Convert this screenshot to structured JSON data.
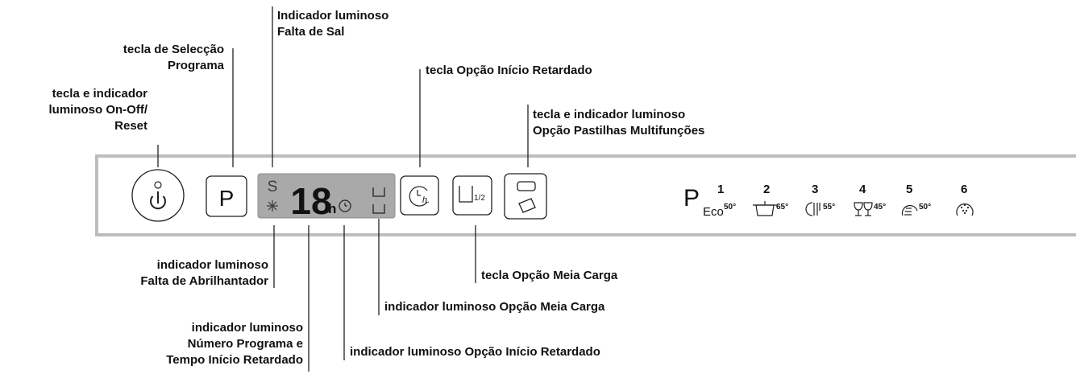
{
  "labels": {
    "on_off": [
      "tecla e indicador",
      "luminoso On-Off/",
      "Reset"
    ],
    "program_select": [
      "tecla de Selecção",
      "Programa"
    ],
    "salt": [
      "Indicador luminoso",
      "Falta de Sal"
    ],
    "delay_key": "tecla Opção Início Retardado",
    "multitab": [
      "tecla e indicador luminoso",
      "Opção Pastilhas Multifunções"
    ],
    "rinse_aid": [
      "indicador luminoso",
      "Falta de Abrilhantador"
    ],
    "half_load_key": "tecla Opção Meia Carga",
    "half_load_indicator": "indicador luminoso Opção Meia Carga",
    "program_number": [
      "indicador luminoso",
      "Número Programa e",
      "Tempo Início Retardado"
    ],
    "delay_indicator": "indicador luminoso Opção Início Retardado"
  },
  "panel": {
    "program_key_glyph": "P",
    "display_digits": "18",
    "display_unit": "h",
    "salt_glyph": "S",
    "delay_glyph": "h.",
    "half_load_suffix": "1/2"
  },
  "programs": {
    "symbol": "P",
    "items": [
      {
        "num": "1",
        "label": "Eco",
        "temp": "50°",
        "icon": "eco-icon"
      },
      {
        "num": "2",
        "label": "",
        "temp": "65°",
        "icon": "pot-icon"
      },
      {
        "num": "3",
        "label": "",
        "temp": "55°",
        "icon": "plate-cutlery-icon"
      },
      {
        "num": "4",
        "label": "",
        "temp": "45°",
        "icon": "glasses-icon"
      },
      {
        "num": "5",
        "label": "",
        "temp": "50°",
        "icon": "quick-wash-icon"
      },
      {
        "num": "6",
        "label": "",
        "temp": "",
        "icon": "prewash-icon"
      }
    ]
  }
}
